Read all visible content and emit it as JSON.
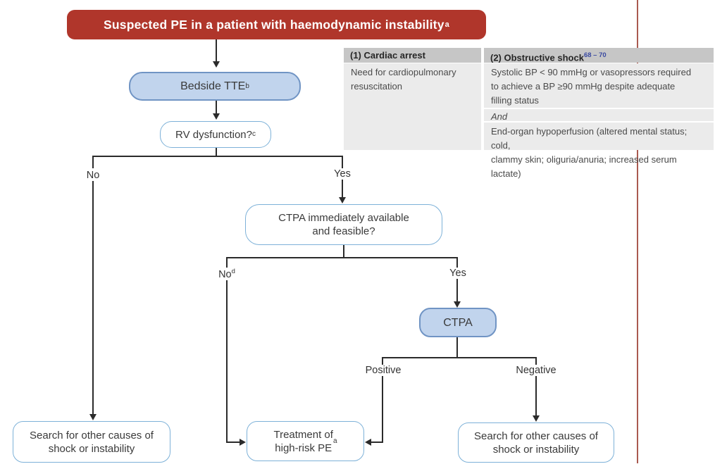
{
  "banner": {
    "text": "Suspected PE in a patient with haemodynamic instability",
    "sup": "a"
  },
  "criteria_table": {
    "col1": {
      "header": "(1) Cardiac arrest",
      "body": "Need for cardiopulmonary\nresuscitation"
    },
    "col2": {
      "header": "(2) Obstructive shock",
      "header_sup": "68 – 70",
      "row1": "Systolic BP < 90 mmHg or vasopressors required\nto achieve a BP ≥90 mmHg despite adequate\nfilling status",
      "row2": "And",
      "row3": "End-organ hypoperfusion (altered mental status; cold,\nclammy skin; oliguria/anuria; increased serum lactate)"
    }
  },
  "nodes": {
    "tte": {
      "text": "Bedside TTE",
      "sup": "b"
    },
    "rv": {
      "text": "RV dysfunction?",
      "sup": "c"
    },
    "ctpa_question": {
      "text": "CTPA immediately available\nand feasible?"
    },
    "ctpa": {
      "text": "CTPA"
    },
    "search_left": {
      "text": "Search for other causes of\nshock or instability"
    },
    "treatment": {
      "text": "Treatment of\nhigh-risk PE",
      "sup": "a"
    },
    "search_right": {
      "text": "Search for other causes of\nshock or instability"
    }
  },
  "labels": {
    "rv_no": {
      "text": "No"
    },
    "rv_yes": {
      "text": "Yes"
    },
    "ctpa_no": {
      "text": "No",
      "sup": "d"
    },
    "ctpa_yes": {
      "text": "Yes"
    },
    "positive": {
      "text": "Positive"
    },
    "negative": {
      "text": "Negative"
    }
  },
  "colors": {
    "banner_bg": "#b0362b",
    "banner_text": "#ffffff",
    "filled_node_bg": "#c1d4ed",
    "filled_node_border": "#7094c4",
    "outline_node_border": "#7db1d8",
    "table_header_bg": "#c6c6c6",
    "table_body_bg": "#ebebeb",
    "reference_sup_blue": "#3a4aa1",
    "margin_rule_red": "#aa5a50",
    "connector": "#2b2b2b"
  }
}
